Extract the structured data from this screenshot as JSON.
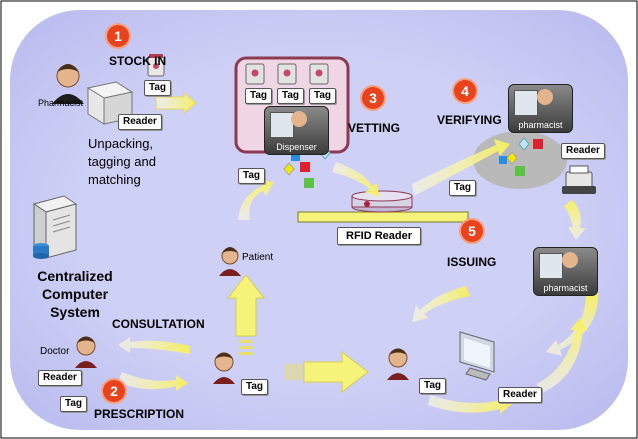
{
  "steps": [
    {
      "number": "1",
      "label": "STOCK IN"
    },
    {
      "number": "2",
      "label": "PRESCRIPTION"
    },
    {
      "number": "3",
      "label": "VETTING"
    },
    {
      "number": "4",
      "label": "VERIFYING"
    },
    {
      "number": "5",
      "label": "ISSUING"
    }
  ],
  "actors": {
    "pharmacist_small": "Pharmacist",
    "dispenser": "Dispenser",
    "pharmacist_verify": "pharmacist",
    "pharmacist_issue": "pharmacist",
    "patient": "Patient",
    "doctor": "Doctor"
  },
  "captions": {
    "unpacking_line1": "Unpacking,",
    "unpacking_line2": "tagging and",
    "unpacking_line3": "matching",
    "central_line1": "Centralized",
    "central_line2": "Computer",
    "central_line3": "System",
    "consultation": "CONSULTATION",
    "rfid_reader": "RFID Reader"
  },
  "tags": {
    "tag": "Tag",
    "reader": "Reader"
  },
  "colors": {
    "background_blob": "#c9cbf4",
    "arrow": "#f6f37a",
    "badge": "#e8431c",
    "vetting_box": "#8c3a53",
    "verify_disc": "#b9b9b9",
    "rfid_bar": "#f6f37a",
    "reader_pad": "#d8d2e6"
  }
}
